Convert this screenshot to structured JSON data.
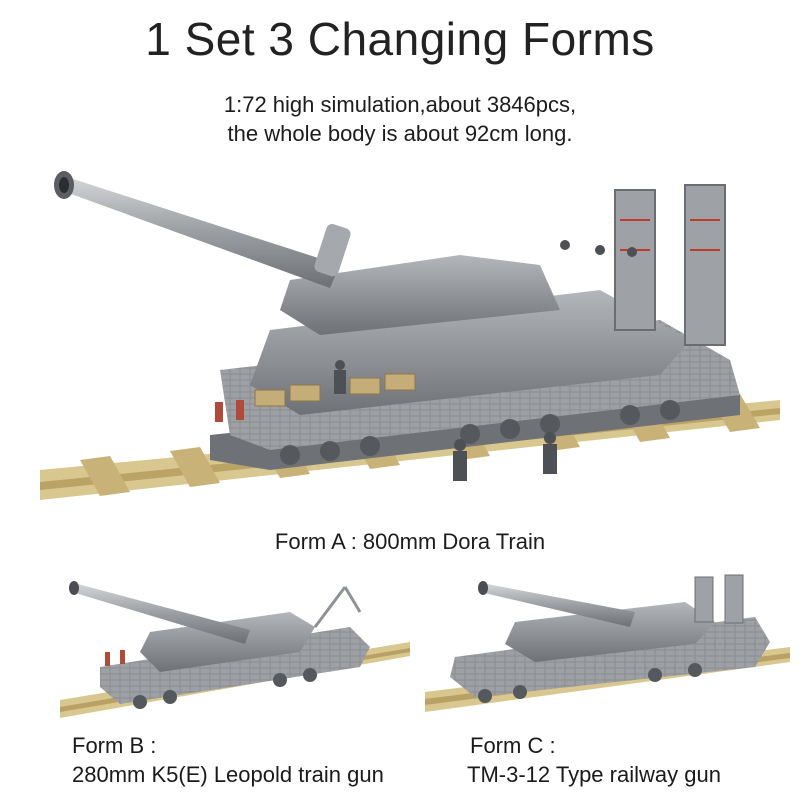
{
  "title": "1 Set 3 Changing Forms",
  "subtitle_line1": "1:72 high simulation,about 3846pcs,",
  "subtitle_line2": "the whole body is about 92cm long.",
  "form_a": {
    "caption": "Form A : 800mm Dora Train"
  },
  "form_b": {
    "label": "Form B :",
    "name": "280mm K5(E) Leopold train gun"
  },
  "form_c": {
    "label": "Form C :",
    "name": "TM-3-12 Type railway gun"
  },
  "colors": {
    "brick_gray": "#8c8f93",
    "rail_tan": "#c8b27a",
    "text": "#1a1a1a"
  }
}
